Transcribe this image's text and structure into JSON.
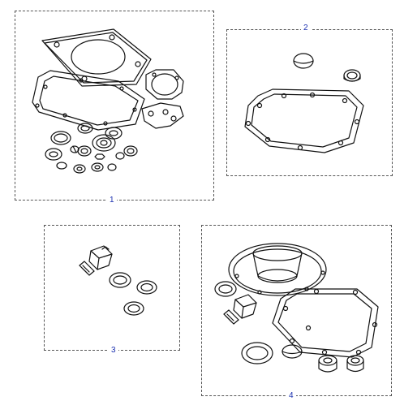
{
  "kits": [
    {
      "label": "1"
    },
    {
      "label": "2"
    },
    {
      "label": "3"
    },
    {
      "label": "4"
    }
  ],
  "colors": {
    "line": "#111111",
    "label": "#1a2fb0",
    "frame": "#555555"
  }
}
